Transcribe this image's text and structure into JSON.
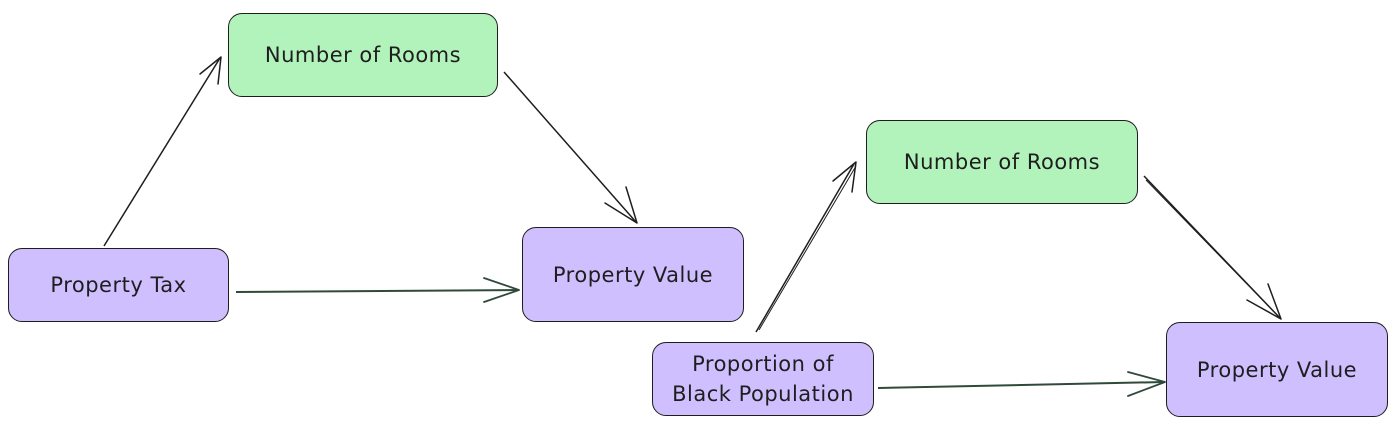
{
  "colors": {
    "green_node": "#b2f2bb",
    "purple_node": "#d0bfff",
    "stroke": "#1e1e1e",
    "arrow_alt": "#2f4a3a"
  },
  "left_diagram": {
    "rooms": "Number of Rooms",
    "tax": "Property Tax",
    "value": "Property Value"
  },
  "right_diagram": {
    "rooms": "Number of Rooms",
    "population_line1": "Proportion of",
    "population_line2": "Black Population",
    "value": "Property Value"
  }
}
